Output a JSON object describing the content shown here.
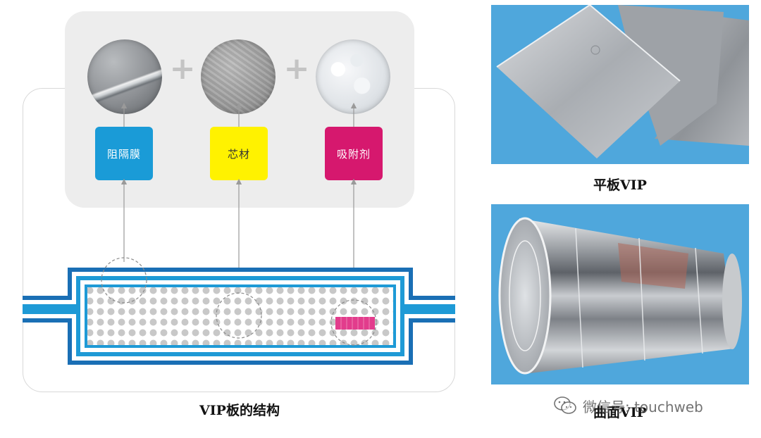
{
  "diagram": {
    "title": "VIP板的结构",
    "components": [
      {
        "label": "阻隔膜",
        "color": "#1a9bd7"
      },
      {
        "label": "芯材",
        "color": "#fff200"
      },
      {
        "label": "吸附剂",
        "color": "#d6186e"
      }
    ],
    "plus_symbols": [
      "+",
      "+"
    ],
    "colors": {
      "layer_blue": "#1a6fb5",
      "layer_light_blue": "#1e9ad6",
      "core_dot": "#c8c8c8",
      "getter": "#e23c8c",
      "panel_bg": "#ededed"
    }
  },
  "photos": [
    {
      "caption": "平板VIP"
    },
    {
      "caption": "曲面VIP"
    }
  ],
  "watermark": {
    "text": "微信号: touchweb",
    "icon": "wechat-icon"
  }
}
